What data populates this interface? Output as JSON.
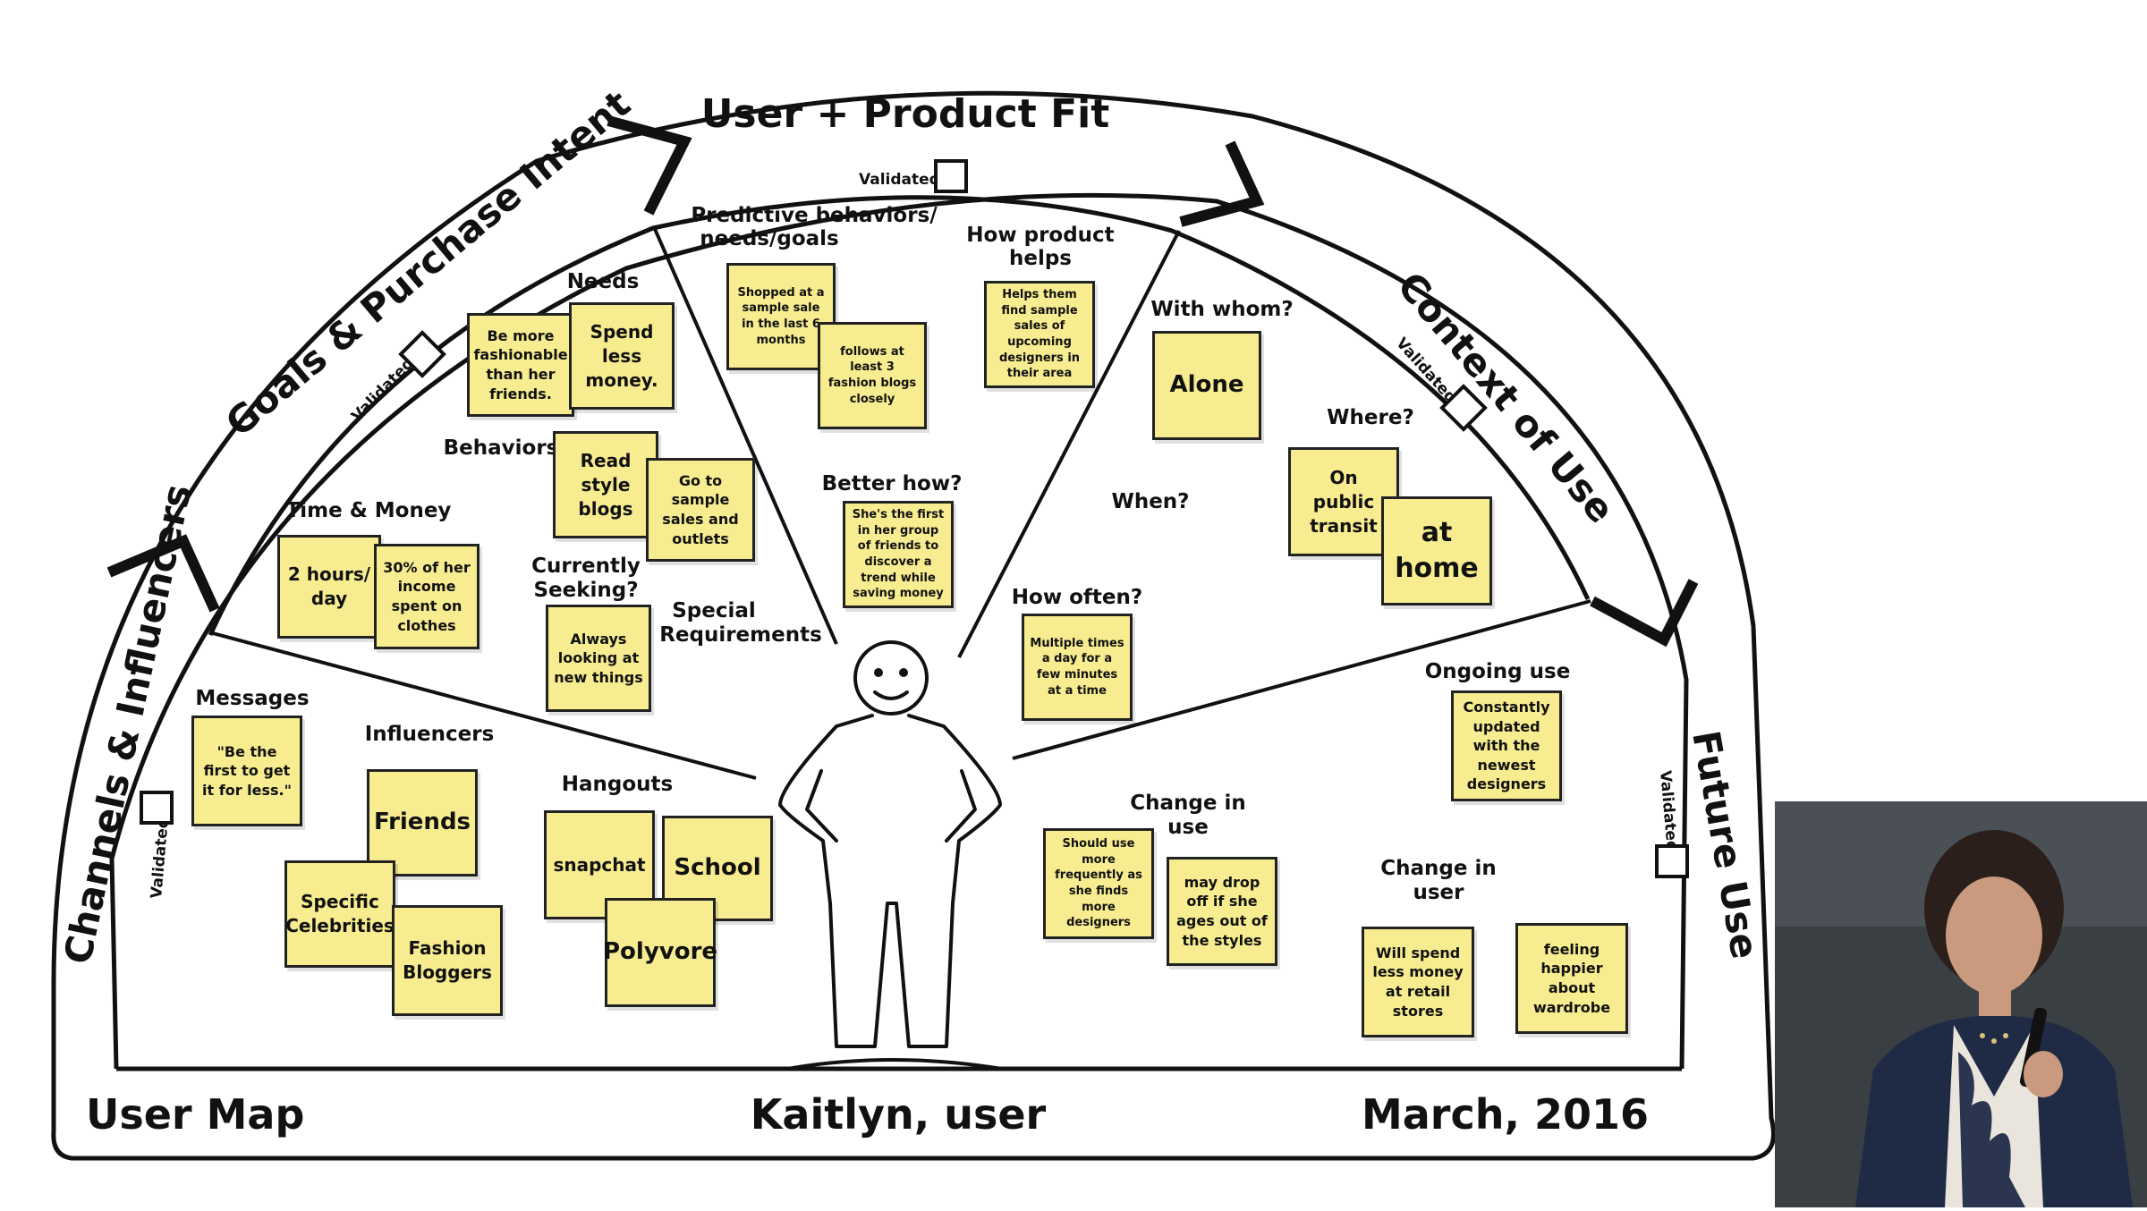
{
  "map": {
    "top_ring": "User + Product Fit",
    "left_ring": "Goals & Purchase Intent",
    "right_ring": "Context of Use",
    "channels_ring": "Channels & Influencers",
    "future_ring": "Future Use",
    "validated_label": "Validated",
    "bottom_left": "User Map",
    "bottom_center": "Kaitlyn, user",
    "bottom_right": "March, 2016"
  },
  "section_labels": {
    "needs": "Needs",
    "behaviors": "Behaviors",
    "time_money": "Time & Money",
    "currently_seeking": "Currently Seeking?",
    "special_requirements": "Special Requirements",
    "predictive": "Predictive behaviors/ needs/goals",
    "how_product_helps": "How product helps",
    "better_how": "Better how?",
    "with_whom": "With whom?",
    "where": "Where?",
    "when": "When?",
    "how_often": "How often?",
    "messages": "Messages",
    "influencers": "Influencers",
    "hangouts": "Hangouts",
    "ongoing_use": "Ongoing use",
    "change_in_use": "Change in use",
    "change_in_user": "Change in user"
  },
  "notes": {
    "fashionable": "Be more fashionable than her friends.",
    "spend_less": "Spend less money.",
    "read_blogs": "Read style blogs",
    "sample_sales": "Go to sample sales and outlets",
    "two_hours": "2 hours/ day",
    "income": "30% of her income spent on clothes",
    "always_looking": "Always looking at new things",
    "shopped_sample": "Shopped at a sample sale in the last 6 months",
    "follows_blogs": "follows at least 3 fashion blogs closely",
    "helps_find": "Helps them find sample sales of upcoming designers in their area",
    "first_in_group": "She's the first in her group of friends to discover a trend while saving money",
    "alone": "Alone",
    "public_transit": "On public transit",
    "at_home": "at home",
    "multiple_times": "Multiple times a day for a few minutes at a time",
    "be_first": "\"Be the first to get it for less.\"",
    "friends": "Friends",
    "celebrities": "Specific Celebrities",
    "fashion_bloggers": "Fashion Bloggers",
    "snapchat": "snapchat",
    "school": "School",
    "polyvore": "Polyvore",
    "constantly_updated": "Constantly updated with the newest designers",
    "should_use_more": "Should use more frequently as she finds more designers",
    "may_drop_off": "may drop off if she ages out of the styles",
    "spend_less_retail": "Will spend less money at retail stores",
    "feeling_happier": "feeling happier about wardrobe"
  },
  "colors": {
    "sticky": "#f7ec8f",
    "ink": "#111111",
    "background": "#ffffff"
  },
  "icons": [
    "person-figure",
    "validated-checkbox"
  ]
}
